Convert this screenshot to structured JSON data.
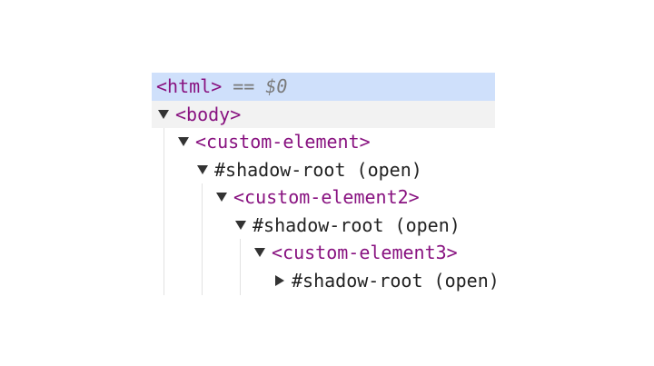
{
  "elements_panel": {
    "rows": [
      {
        "tag": "<html>",
        "suffix_eq": "==",
        "suffix_ref": "$0"
      },
      {
        "tag": "<body>"
      },
      {
        "tag": "<custom-element>"
      },
      {
        "text": "#shadow-root (open)"
      },
      {
        "tag": "<custom-element2>"
      },
      {
        "text": "#shadow-root (open)"
      },
      {
        "tag": "<custom-element3>"
      },
      {
        "text": "#shadow-root (open)"
      }
    ]
  },
  "colors": {
    "selected_bg": "#cfe0fb",
    "hover_bg": "#f2f2f2",
    "tag": "#881280",
    "text": "#222222"
  },
  "icons": {
    "expanded": "triangle-down-icon",
    "collapsed": "triangle-right-icon"
  }
}
